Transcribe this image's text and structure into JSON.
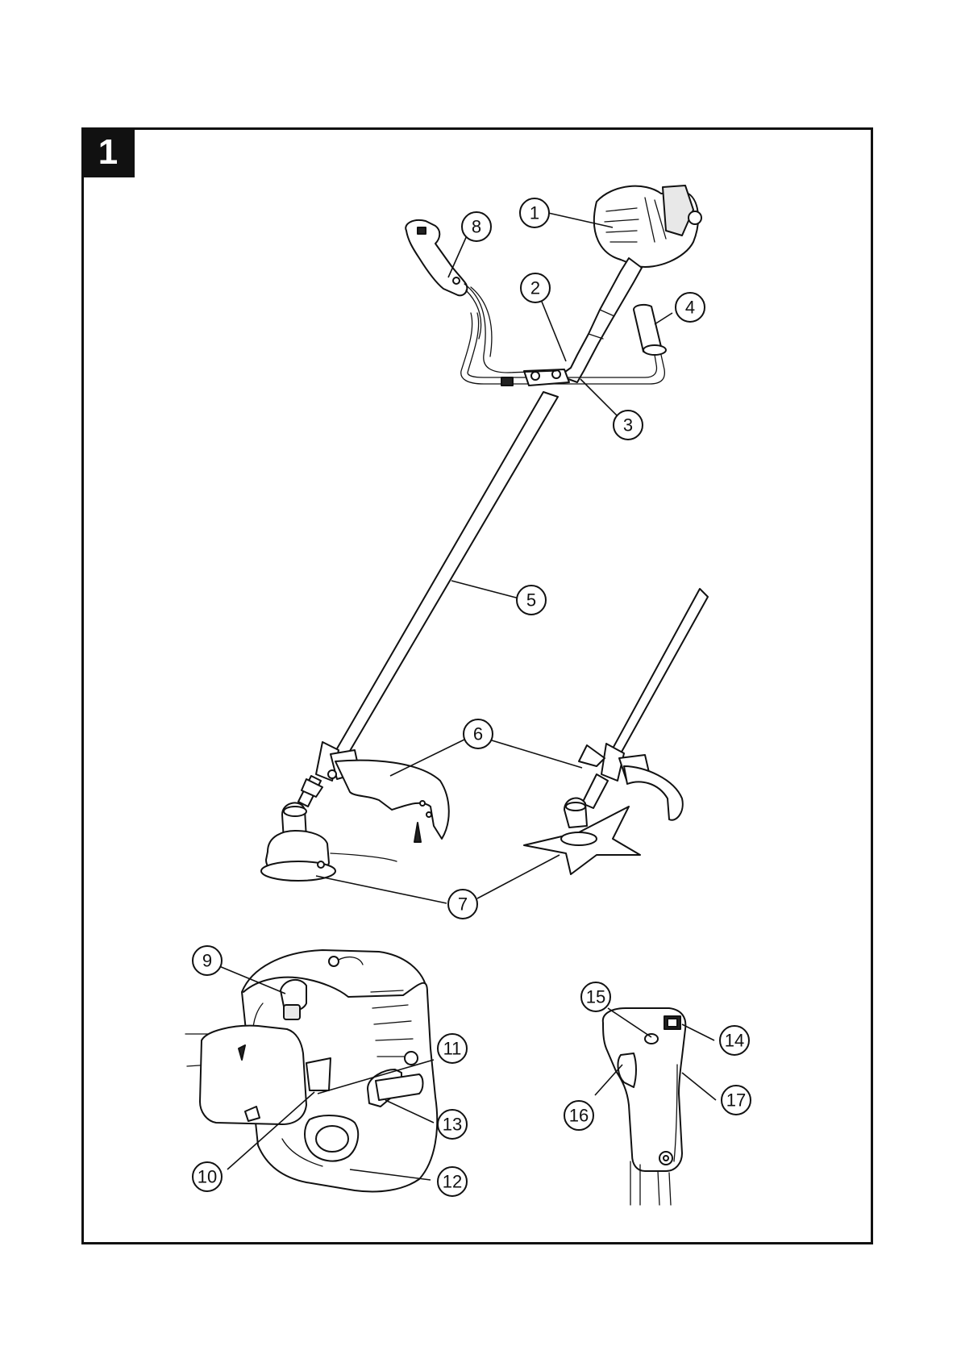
{
  "figure": {
    "number": "1"
  },
  "callouts": [
    {
      "id": "1",
      "label": "1"
    },
    {
      "id": "2",
      "label": "2"
    },
    {
      "id": "3",
      "label": "3"
    },
    {
      "id": "4",
      "label": "4"
    },
    {
      "id": "5",
      "label": "5"
    },
    {
      "id": "6",
      "label": "6"
    },
    {
      "id": "7",
      "label": "7"
    },
    {
      "id": "8",
      "label": "8"
    },
    {
      "id": "9",
      "label": "9"
    },
    {
      "id": "10",
      "label": "10"
    },
    {
      "id": "11",
      "label": "11"
    },
    {
      "id": "12",
      "label": "12"
    },
    {
      "id": "13",
      "label": "13"
    },
    {
      "id": "14",
      "label": "14"
    },
    {
      "id": "15",
      "label": "15"
    },
    {
      "id": "16",
      "label": "16"
    },
    {
      "id": "17",
      "label": "17"
    }
  ]
}
